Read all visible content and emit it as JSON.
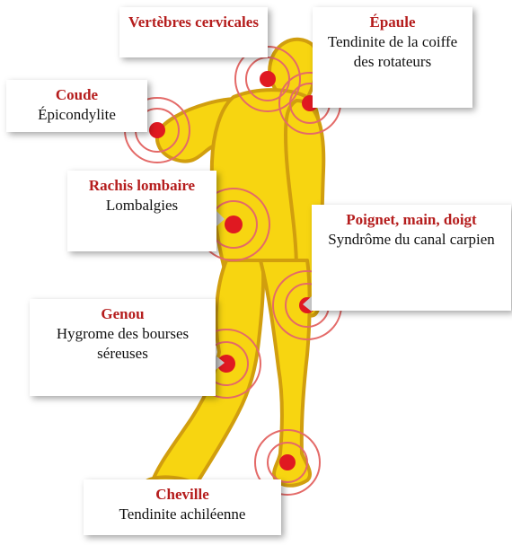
{
  "colors": {
    "body_fill": "#f7d511",
    "body_outline": "#d19e0e",
    "marker": "#e01921",
    "ring": "#e46a68",
    "title_text": "#b51d1d"
  },
  "callouts": {
    "vertebres": {
      "title": "Vertèbres cervicales",
      "desc": ""
    },
    "epaule": {
      "title": "Épaule",
      "desc": "Tendinite de la coiffe des rotateurs"
    },
    "coude": {
      "title": "Coude",
      "desc": "Épicondylite"
    },
    "rachis": {
      "title": "Rachis lombaire",
      "desc": "Lombalgies"
    },
    "poignet": {
      "title": "Poignet, main, doigt",
      "desc": "Syndrôme du canal carpien"
    },
    "genou": {
      "title": "Genou",
      "desc": "Hygrome des bourses séreuses"
    },
    "cheville": {
      "title": "Cheville",
      "desc": "Tendinite achiléenne"
    }
  }
}
